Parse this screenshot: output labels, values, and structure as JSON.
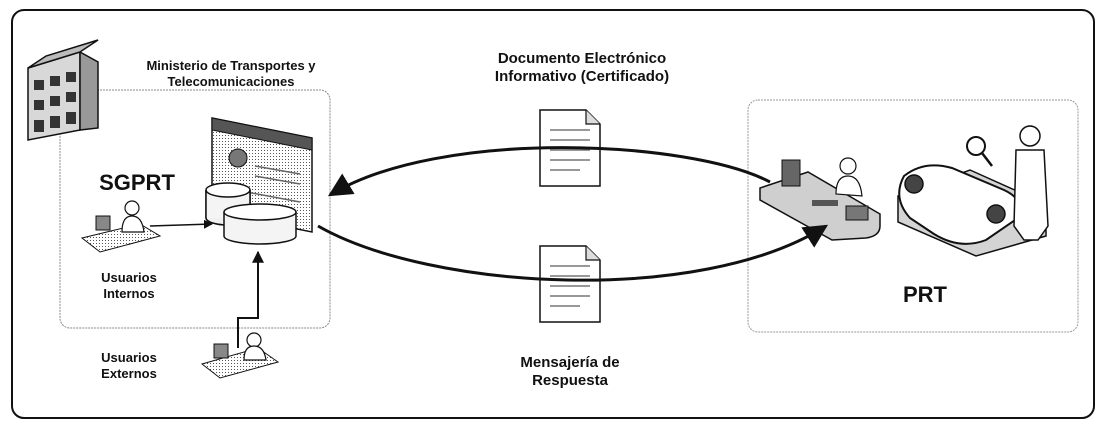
{
  "ministry": {
    "line1": "Ministerio de Transportes y",
    "line2": "Telecomunicaciones"
  },
  "left_system": {
    "name": "SGPRT"
  },
  "internal_users": {
    "line1": "Usuarios",
    "line2": "Internos"
  },
  "external_users": {
    "line1": "Usuarios",
    "line2": "Externos"
  },
  "top_flow": {
    "line1": "Documento Electrónico",
    "line2": "Informativo (Certificado)"
  },
  "bottom_flow": {
    "line1": "Mensajería de",
    "line2": "Respuesta"
  },
  "right_system": {
    "name": "PRT"
  },
  "icons": [
    "building-icon",
    "server-screen-icon",
    "database-icon",
    "document-icon",
    "workstation-icon",
    "inspection-icon"
  ]
}
